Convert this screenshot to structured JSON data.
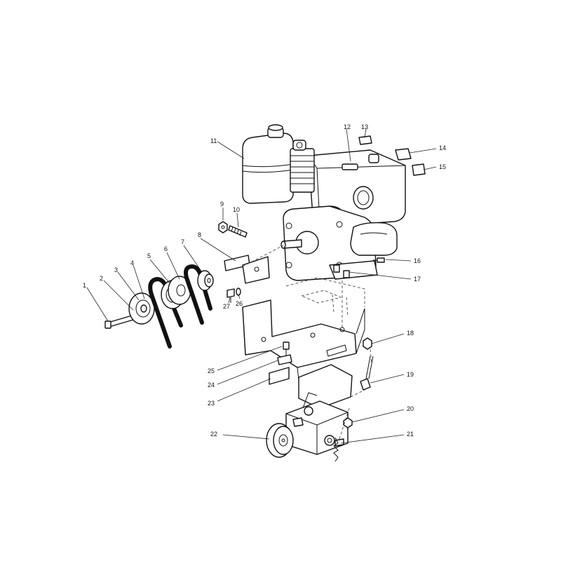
{
  "callouts": [
    {
      "id": "c1",
      "text": "1"
    },
    {
      "id": "c2",
      "text": "2"
    },
    {
      "id": "c3",
      "text": "3"
    },
    {
      "id": "c4",
      "text": "4"
    },
    {
      "id": "c5",
      "text": "5"
    },
    {
      "id": "c6",
      "text": "6"
    },
    {
      "id": "c7",
      "text": "7"
    },
    {
      "id": "c8",
      "text": "8"
    },
    {
      "id": "c9",
      "text": "9"
    },
    {
      "id": "c10",
      "text": "10"
    },
    {
      "id": "c11",
      "text": "11"
    },
    {
      "id": "c12",
      "text": "12"
    },
    {
      "id": "c13",
      "text": "13"
    },
    {
      "id": "c14",
      "text": "14"
    },
    {
      "id": "c15",
      "text": "15"
    },
    {
      "id": "c16",
      "text": "16"
    },
    {
      "id": "c17",
      "text": "17"
    },
    {
      "id": "c18",
      "text": "18"
    },
    {
      "id": "c19",
      "text": "19"
    },
    {
      "id": "c20",
      "text": "20"
    },
    {
      "id": "c21",
      "text": "21"
    },
    {
      "id": "c22",
      "text": "22"
    },
    {
      "id": "c23",
      "text": "23"
    },
    {
      "id": "c24",
      "text": "24"
    },
    {
      "id": "c25",
      "text": "25"
    },
    {
      "id": "c26",
      "text": "26"
    },
    {
      "id": "c27",
      "text": "27"
    }
  ]
}
